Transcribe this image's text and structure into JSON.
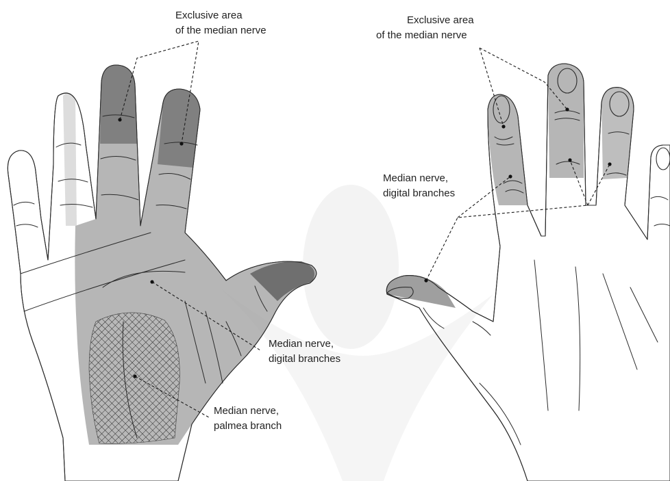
{
  "labels": {
    "left_exclusive_line1": "Exclusive area",
    "left_exclusive_line2": "of the median nerve",
    "left_digital_line1": "Median nerve,",
    "left_digital_line2": "digital branches",
    "left_palmea_line1": "Median nerve,",
    "left_palmea_line2": "palmea branch",
    "right_exclusive_line1": "Exclusive area",
    "right_exclusive_line2": "of the median nerve",
    "right_digital_line1": "Median nerve,",
    "right_digital_line2": "digital branches"
  },
  "colors": {
    "skin_light": "#efefef",
    "skin_mid": "#d6d6d6",
    "median_area": "#9d9d9d",
    "exclusive_area": "#7c7c7c",
    "watermark": "#f2f2f2",
    "hatch": "#2b2b2b"
  }
}
